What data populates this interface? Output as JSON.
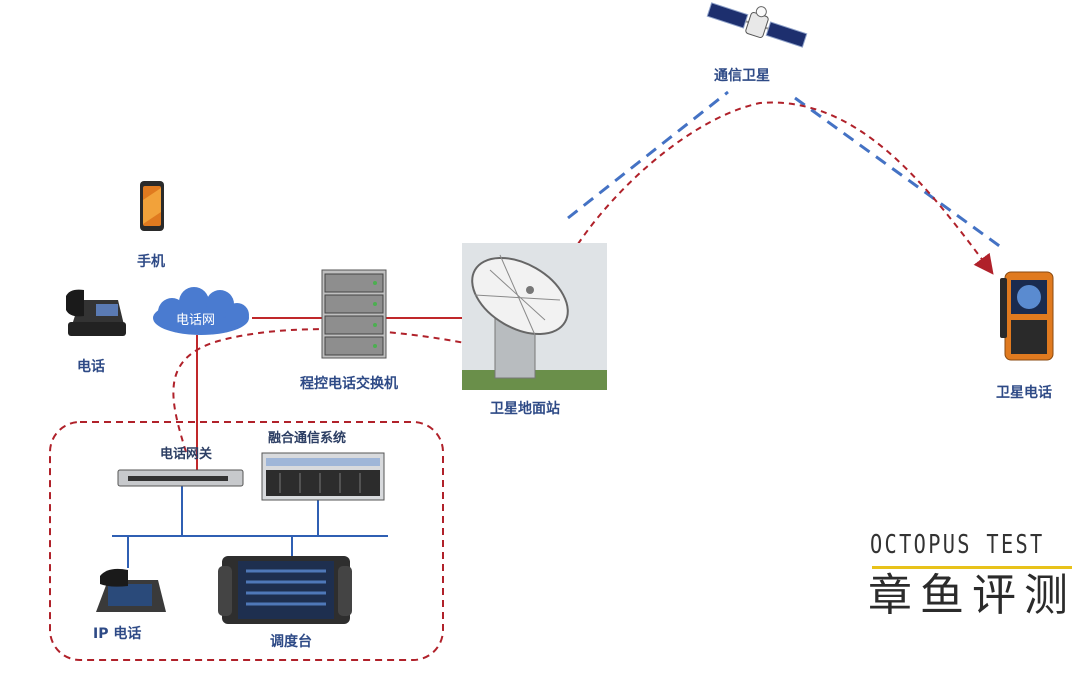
{
  "nodes": {
    "satellite": "通信卫星",
    "mobile": "手机",
    "phone": "电话",
    "cloud": "电话网",
    "pbx": "程控电话交换机",
    "ground_station": "卫星地面站",
    "sat_phone": "卫星电话",
    "gateway": "电话网关",
    "fusion": "融合通信系统",
    "ip_phone": "IP 电话",
    "console": "调度台"
  },
  "brand": {
    "en": "OCTOPUS TEST",
    "cn": "章鱼评测"
  },
  "colors": {
    "label_blue": "#2e4a86",
    "red_line": "#c0282a",
    "dashed_red": "#b0212a",
    "dashed_blue": "#4472c4",
    "wire_blue": "#2f5fb3",
    "brand_yellow": "#e8c21a"
  }
}
